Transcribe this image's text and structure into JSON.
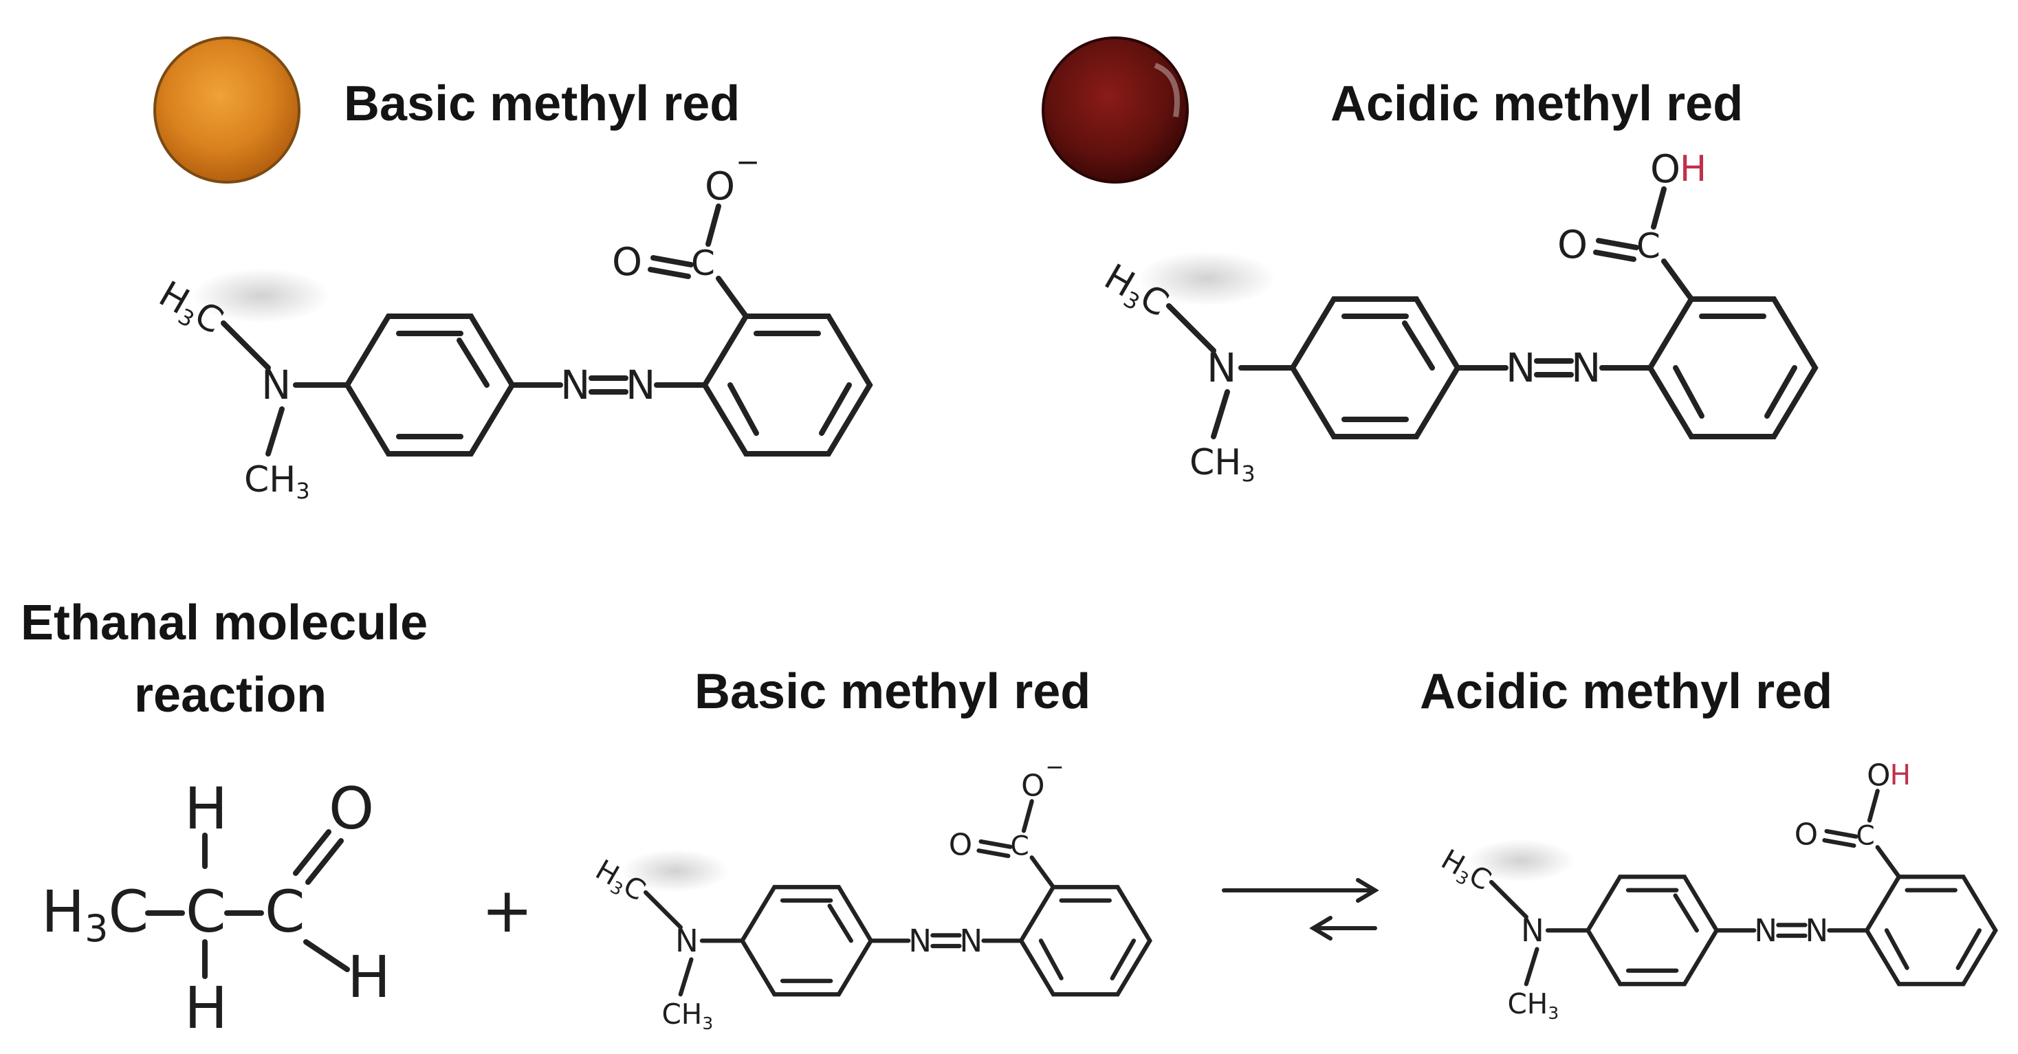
{
  "colors": {
    "basic_swatch": "#d9821f",
    "acidic_swatch": "#6a1210",
    "hydrogen_red": "#c0304a",
    "ink": "#222222"
  },
  "top": {
    "basic_title": "Basic methyl red",
    "acidic_title": "Acidic methyl red"
  },
  "bottom": {
    "ethanal_title_line1": "Ethanal molecule",
    "ethanal_title_line2": "reaction",
    "basic_title": "Basic methyl red",
    "acidic_title": "Acidic methyl red",
    "plus": "+"
  },
  "atoms": {
    "O": "O",
    "N": "N",
    "C": "C",
    "H": "H",
    "CH": "CH",
    "sub3": "3",
    "minus": "−"
  },
  "icons": {
    "equilibrium": "equilibrium-arrows-icon"
  }
}
